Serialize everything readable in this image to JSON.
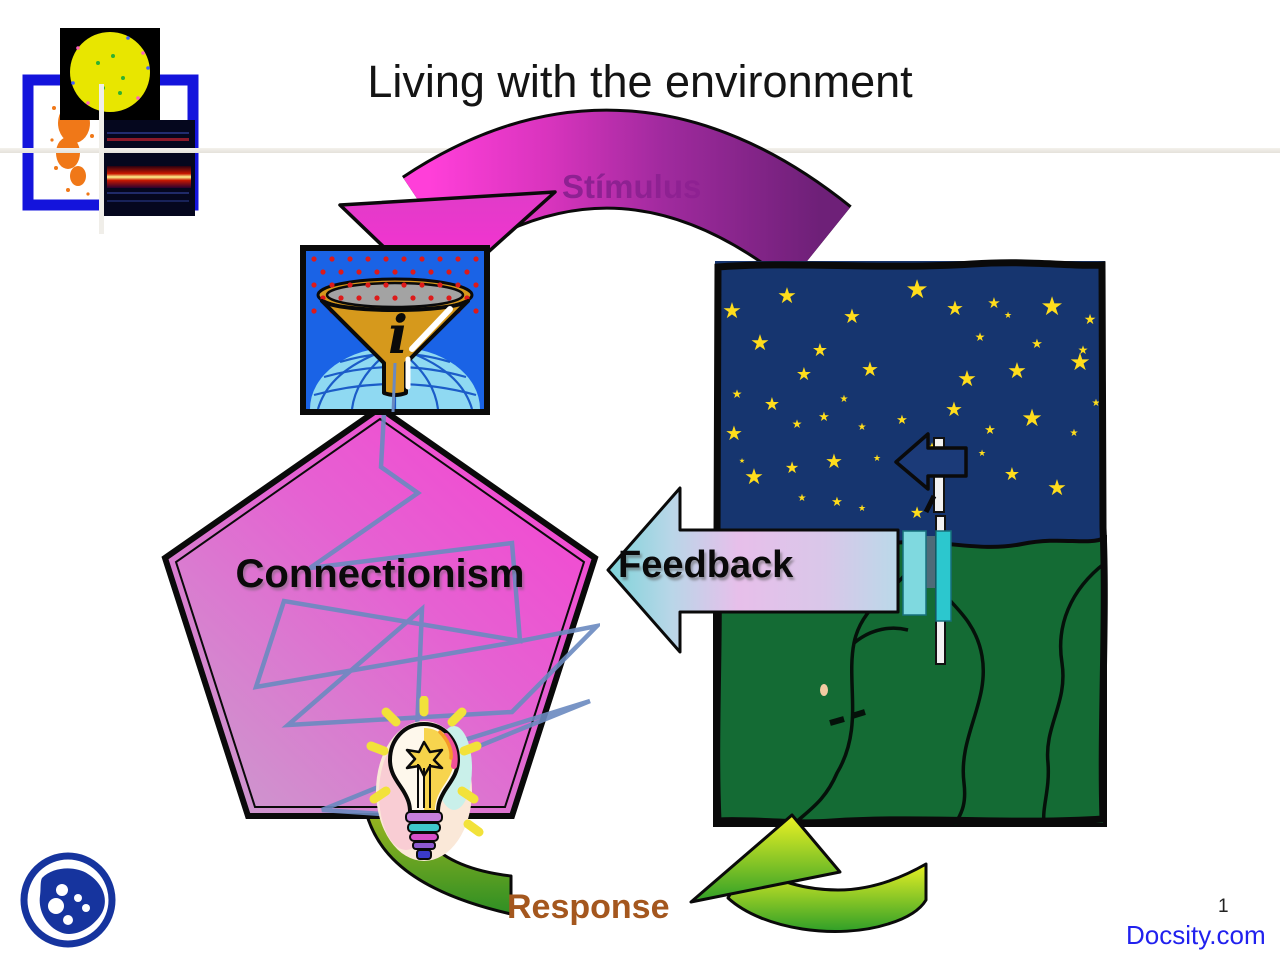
{
  "slide": {
    "title": "Living with the environment",
    "page_number": "1",
    "watermark": "Docsity.com"
  },
  "labels": {
    "stimulus": "Stímulus",
    "connectionism": "Connectionism",
    "feedback": "Feedback",
    "response": "Response",
    "funnel_glyph": "i"
  },
  "colors": {
    "title_text": "#141414",
    "stimulus_text": "#8E2192",
    "response_text": "#A4571E",
    "watermark_text": "#2121EE",
    "arc_magenta": "#FF3FD9",
    "arc_purple": "#6E2078",
    "pentagon_light": "#C9A0CC",
    "pentagon_bright": "#F83FD2",
    "night_sky": "#16356F",
    "night_ground": "#146B34",
    "star_yellow": "#FFDD1C",
    "feedback_head_cyan": "#7ED4D9",
    "feedback_body_pink": "#E7BFEA",
    "response_yellow": "#EDF224",
    "response_green": "#2F9F28",
    "funnel_gold": "#D6991C",
    "funnel_bg_blue": "#1A63E6"
  },
  "icons": {
    "top_left_logo": "sun-spectrogram-collage",
    "funnel": "information-funnel",
    "night_scene": "starry-night-path",
    "signpost": "left-arrow-signpost",
    "lightbulb": "idea-lightbulb",
    "bottom_left_logo": "palette-logo"
  },
  "night": {
    "stars": [
      [
        20,
        60,
        22
      ],
      [
        75,
        45,
        22
      ],
      [
        140,
        65,
        20
      ],
      [
        205,
        40,
        26
      ],
      [
        243,
        57,
        20
      ],
      [
        282,
        50,
        15
      ],
      [
        296,
        60,
        9
      ],
      [
        340,
        57,
        26
      ],
      [
        378,
        66,
        14
      ],
      [
        48,
        92,
        22
      ],
      [
        108,
        98,
        18
      ],
      [
        268,
        83,
        12
      ],
      [
        325,
        90,
        13
      ],
      [
        371,
        96,
        12
      ],
      [
        25,
        140,
        12
      ],
      [
        92,
        122,
        18
      ],
      [
        158,
        118,
        20
      ],
      [
        255,
        128,
        22
      ],
      [
        305,
        120,
        22
      ],
      [
        368,
        112,
        24
      ],
      [
        60,
        152,
        18
      ],
      [
        132,
        144,
        10
      ],
      [
        384,
        148,
        10
      ],
      [
        22,
        182,
        20
      ],
      [
        85,
        170,
        12
      ],
      [
        112,
        163,
        13
      ],
      [
        150,
        172,
        10
      ],
      [
        190,
        166,
        13
      ],
      [
        242,
        158,
        20
      ],
      [
        278,
        176,
        13
      ],
      [
        320,
        168,
        24
      ],
      [
        362,
        178,
        10
      ],
      [
        42,
        226,
        22
      ],
      [
        80,
        215,
        16
      ],
      [
        122,
        210,
        20
      ],
      [
        165,
        203,
        9
      ],
      [
        220,
        193,
        12
      ],
      [
        240,
        196,
        10
      ],
      [
        300,
        222,
        18
      ],
      [
        345,
        237,
        22
      ],
      [
        90,
        243,
        10
      ],
      [
        125,
        248,
        13
      ],
      [
        150,
        253,
        9
      ],
      [
        205,
        260,
        16
      ],
      [
        270,
        198,
        9
      ],
      [
        30,
        205,
        7
      ]
    ]
  }
}
